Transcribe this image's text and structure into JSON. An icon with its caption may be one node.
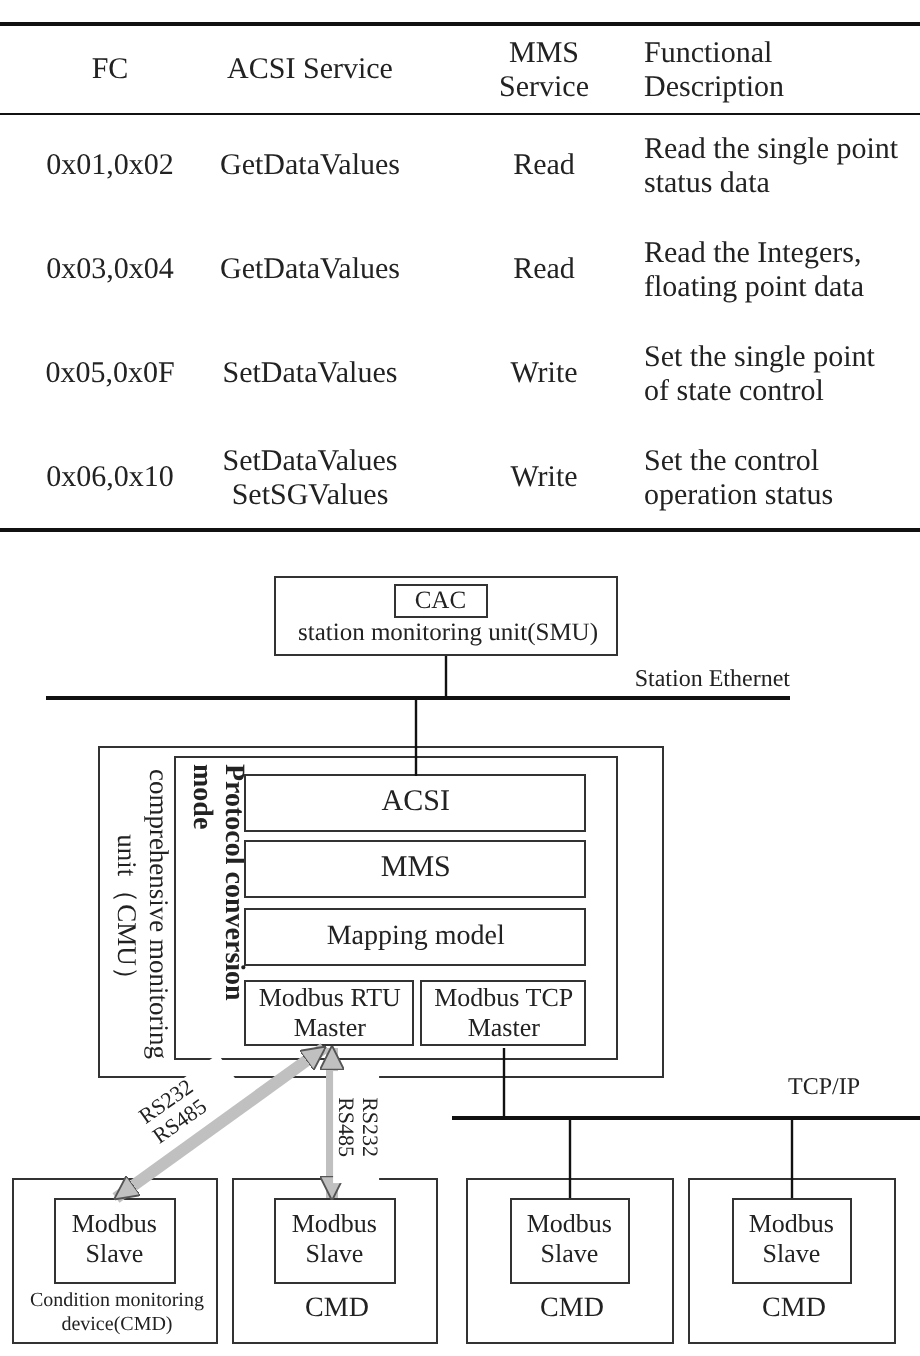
{
  "diagram": {
    "nodes": [
      {
        "text": [
          "station monitoring unit(SMU)"
        ]
      },
      {
        "text": [
          "CAC"
        ],
        "in": 0
      },
      {
        "text": [],
        "shape": "bar",
        "beside": [
          "Station Ethernet"
        ]
      },
      {
        "text": [
          "comprehensive monitoring unit（CMU）"
        ]
      },
      {
        "text": [
          "Protocol conversion mode"
        ],
        "in": 3
      },
      {
        "text": [
          "ACSI"
        ],
        "in": 4
      },
      {
        "text": [
          "MMS"
        ],
        "in": 4
      },
      {
        "text": [
          "Mapping model"
        ],
        "in": 4
      },
      {
        "text": [
          "Modbus RTU Master"
        ],
        "in": 4
      },
      {
        "text": [
          "Modbus TCP Master"
        ],
        "in": 4
      },
      {
        "text": [],
        "shape": "bar",
        "beside": [
          "TCP/IP"
        ]
      },
      {
        "text": [
          "Condition monitoring device(CMD)"
        ]
      },
      {
        "text": [
          "Modbus Slave"
        ],
        "in": 11
      },
      {
        "text": [
          "CMD"
        ]
      },
      {
        "text": [
          "Modbus Slave"
        ],
        "in": 13
      },
      {
        "text": [
          "CMD"
        ]
      },
      {
        "text": [
          "Modbus Slave"
        ],
        "in": 15
      },
      {
        "text": [
          "CMD"
        ]
      },
      {
        "text": [
          "Modbus Slave"
        ],
        "in": 17
      }
    ],
    "edges": [
      {
        "from": 0,
        "to": 2,
        "arrow": "none"
      },
      {
        "from": 2,
        "to": 5,
        "arrow": "none"
      },
      {
        "from": 9,
        "to": 10,
        "arrow": "none"
      },
      {
        "from": 10,
        "to": 16,
        "arrow": "none"
      },
      {
        "from": 10,
        "to": 18,
        "arrow": "none"
      },
      {
        "from": 8,
        "to": 12,
        "arrow": "both",
        "label": "RS232 RS485",
        "style": "thick",
        "color": "#c0c0c0"
      },
      {
        "from": 8,
        "to": 14,
        "arrow": "both",
        "label": "RS232 RS485",
        "style": "thick",
        "color": "#c0c0c0"
      }
    ],
    "labels": [
      "FC",
      "ACSI Service",
      "MMS Service",
      "Functional Description",
      "0x01,0x02",
      "GetDataValues",
      "Read",
      "Read the single point status data",
      "0x03,0x04",
      "GetDataValues",
      "Read",
      "Read the Integers, floating point data",
      "0x05,0x0F",
      "SetDataValues",
      "Write",
      "Set the single point of state control",
      "0x06,0x10",
      "SetDataValues SetSGValues",
      "Write",
      "Set the control operation status"
    ]
  }
}
